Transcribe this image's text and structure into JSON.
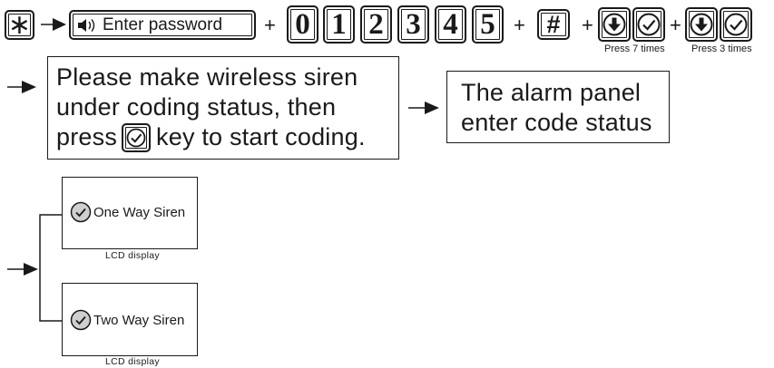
{
  "sequence": {
    "star_key": "∗",
    "password_label": "Enter password",
    "plus": "+",
    "digits": [
      "0",
      "1",
      "2",
      "3",
      "4",
      "5"
    ],
    "hash_key": "#",
    "press_7": "Press 7 times",
    "press_3": "Press 3 times"
  },
  "instruction": {
    "line1": "Please make wireless siren",
    "line2": "under coding status, then",
    "line3_pre": "press",
    "line3_post": "key to start coding."
  },
  "panel_status": {
    "line1": "The alarm panel",
    "line2": "enter code status"
  },
  "lcd_options": [
    {
      "label": "One Way Siren",
      "caption": "LCD display"
    },
    {
      "label": "Two Way Siren",
      "caption": "LCD display"
    }
  ],
  "icons": {
    "down": "down-arrow-circle-icon",
    "confirm": "checkmark-circle-icon",
    "speaker": "speaker-icon",
    "flow_arrow": "right-arrow-icon"
  }
}
